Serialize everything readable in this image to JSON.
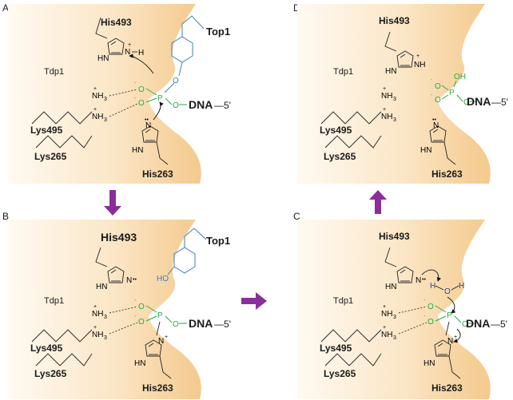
{
  "panels": {
    "A": {
      "letter": "A",
      "enzyme": "Tdp1",
      "his_top": "His493",
      "his_bottom": "His263",
      "lys1": "Lys495",
      "lys2": "Lys265",
      "top1": "Top1",
      "dna": "DNA",
      "dna_end": "—5'"
    },
    "B": {
      "letter": "B",
      "enzyme": "Tdp1",
      "his_top": "His493",
      "his_bottom": "His263",
      "lys1": "Lys495",
      "lys2": "Lys265",
      "top1": "Top1",
      "dna": "DNA",
      "dna_end": "—5'"
    },
    "C": {
      "letter": "C",
      "enzyme": "Tdp1",
      "his_top": "His493",
      "his_bottom": "His263",
      "lys1": "Lys495",
      "lys2": "Lys265",
      "dna": "DNA",
      "dna_end": "—5'"
    },
    "D": {
      "letter": "D",
      "enzyme": "Tdp1",
      "his_top": "His493",
      "his_bottom": "His263",
      "lys1": "Lys495",
      "lys2": "Lys265",
      "dna": "DNA",
      "dna_end": "—5'"
    }
  },
  "atoms": {
    "N": "N",
    "NH": "NH",
    "HN": "HN",
    "H": "H",
    "O": "O",
    "OH": "OH",
    "HO": "HO",
    "P": "P",
    "NH3": "NH",
    "three": "3",
    "plus": "+",
    "minus": "-",
    "lone_pair": "••"
  },
  "colors": {
    "enzyme_fill": "#f8d9a8",
    "arrow": "#8a2f9a",
    "dna_green": "#2aa84a",
    "top1_blue": "#2c3e9c",
    "tyrosine_blue": "#3b7fc4"
  }
}
